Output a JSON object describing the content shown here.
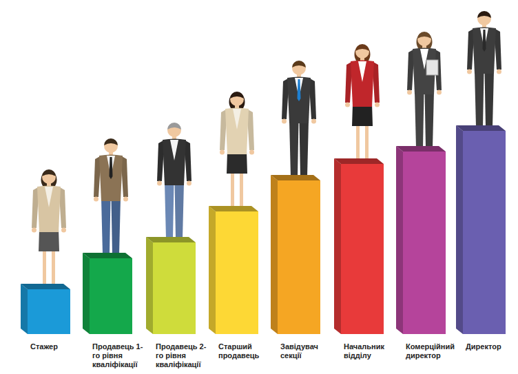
{
  "diagram": {
    "nodes": [
      {
        "text": [
          "Стажер"
        ]
      },
      {
        "text": [
          "Продавець 1-го рівня кваліфікації"
        ]
      },
      {
        "text": [
          "Продавець 2-го рівня кваліфікації"
        ]
      },
      {
        "text": [
          "Старший продавець"
        ]
      },
      {
        "text": [
          "Завідувач секції"
        ]
      },
      {
        "text": [
          "Начальник відділу"
        ]
      },
      {
        "text": [
          "Комерційний директор"
        ]
      },
      {
        "text": [
          "Директор"
        ]
      }
    ]
  }
}
